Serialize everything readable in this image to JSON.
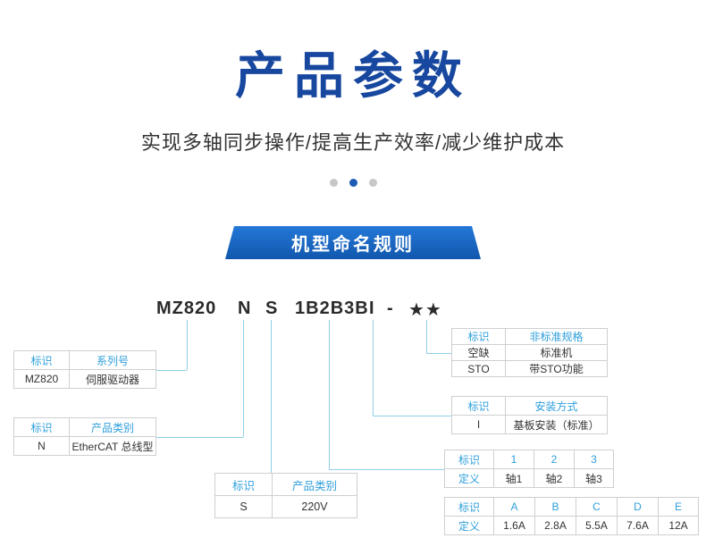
{
  "page": {
    "title": "产品参数",
    "subtitle": "实现多轴同步操作/提高生产效率/减少维护成本",
    "banner_label": "机型命名规则"
  },
  "carousel": {
    "dot_count": 3,
    "active_index": 1
  },
  "model_code": {
    "segments": [
      "MZ820",
      "N",
      "S",
      "1B2B3B",
      "I",
      "-",
      "★★"
    ]
  },
  "tables": {
    "series": {
      "headers": [
        "标识",
        "系列号"
      ],
      "rows": [
        [
          "MZ820",
          "伺服驱动器"
        ]
      ]
    },
    "category": {
      "headers": [
        "标识",
        "产品类别"
      ],
      "rows": [
        [
          "N",
          "EtherCAT 总线型"
        ]
      ]
    },
    "voltage": {
      "headers": [
        "标识",
        "产品类别"
      ],
      "rows": [
        [
          "S",
          "220V"
        ]
      ]
    },
    "nonstandard": {
      "headers": [
        "标识",
        "非标准规格"
      ],
      "rows": [
        [
          "空缺",
          "标准机"
        ],
        [
          "STO",
          "带STO功能"
        ]
      ]
    },
    "mounting": {
      "headers": [
        "标识",
        "安装方式"
      ],
      "rows": [
        [
          "I",
          "基板安装（标准）"
        ]
      ]
    },
    "axes": {
      "headers": [
        "标识",
        "1",
        "2",
        "3"
      ],
      "rows": [
        [
          "定义",
          "轴1",
          "轴2",
          "轴3"
        ]
      ]
    },
    "current": {
      "headers": [
        "标识",
        "A",
        "B",
        "C",
        "D",
        "E"
      ],
      "rows": [
        [
          "定义",
          "1.6A",
          "2.8A",
          "5.5A",
          "7.6A",
          "12A"
        ]
      ]
    }
  },
  "colors": {
    "title": "#17479e",
    "banner": "#1a68c9",
    "table_header_text": "#2e9fdb",
    "connector_line": "#8fd0e8",
    "dot_active": "#1d5cb4",
    "dot_inactive": "#c7c7c7"
  }
}
